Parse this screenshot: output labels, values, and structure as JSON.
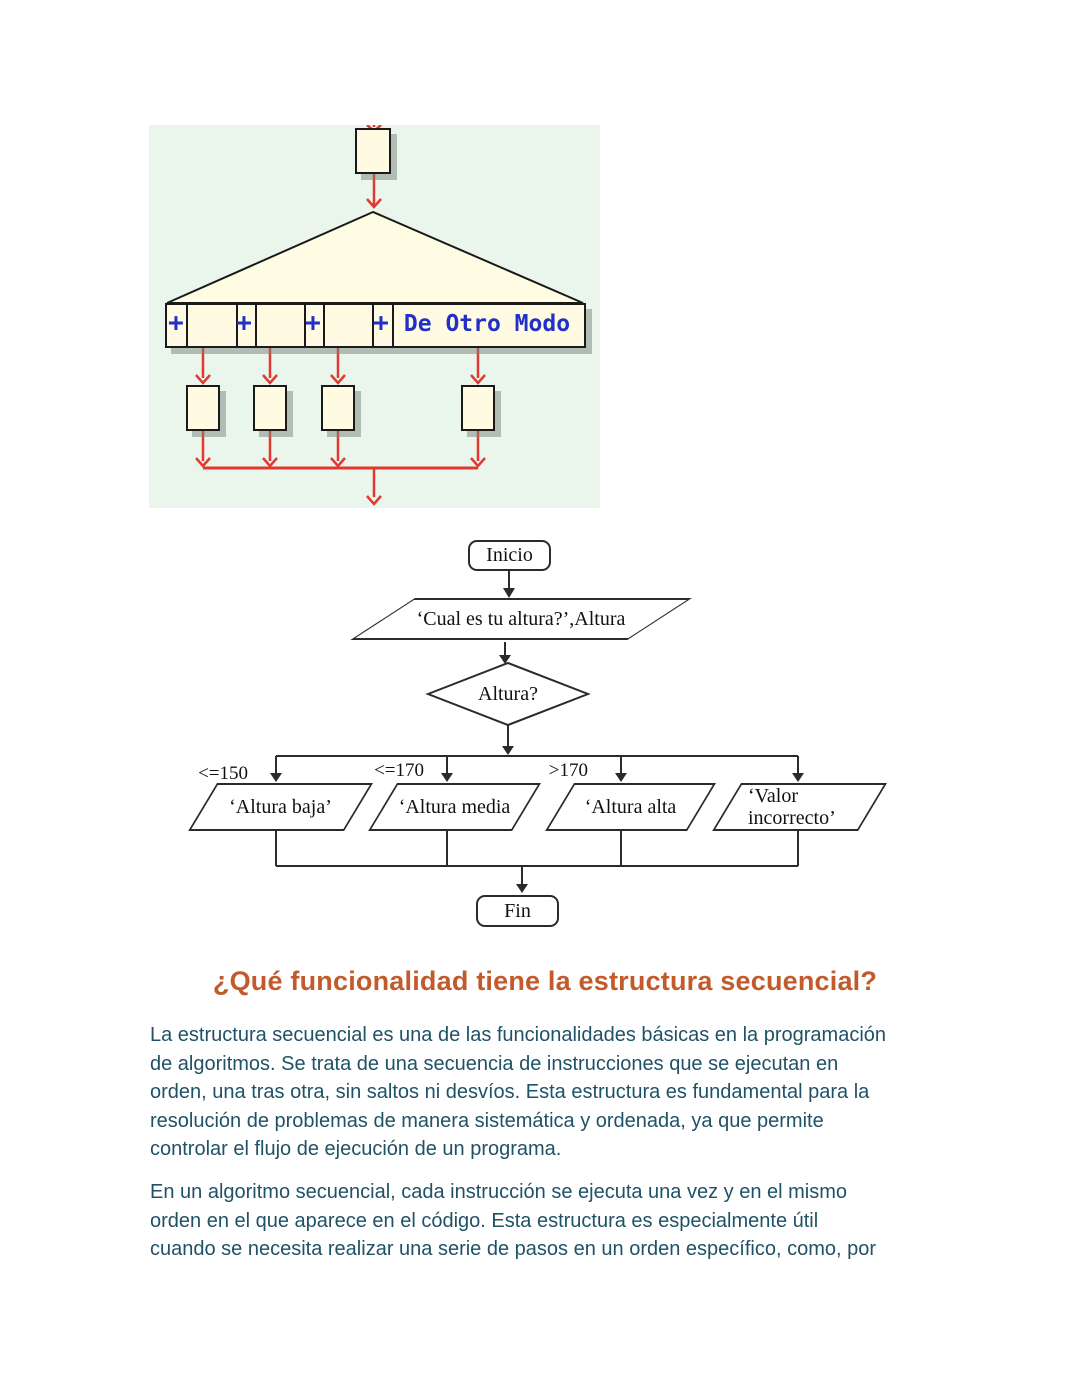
{
  "case_diagram": {
    "background": "#eaf5ec",
    "box_fill": "#fffbe2",
    "line_color": "#e03a30",
    "blue_color": "#2230c8",
    "plus_labels": [
      "+",
      "+",
      "+",
      "+"
    ],
    "otherwise_label": "De Otro Modo"
  },
  "flowchart": {
    "start_label": "Inicio",
    "input_label": "‘Cual es tu altura?’,Altura",
    "decision_label": "Altura?",
    "branches": [
      "<=150",
      "<=170",
      ">170"
    ],
    "outputs": [
      "‘Altura baja’",
      "‘Altura media",
      "‘Altura alta",
      "‘Valor\nincorrecto’"
    ],
    "end_label": "Fin"
  },
  "article": {
    "heading": "¿Qué funcionalidad tiene la estructura secuencial?",
    "heading_color": "#c25a2b",
    "body_color": "#1f5266",
    "paragraphs": [
      "La estructura secuencial es una de las funcionalidades básicas en la programación\nde algoritmos. Se trata de una secuencia de instrucciones que se ejecutan en\norden, una tras otra, sin saltos ni desvíos. Esta estructura es fundamental para la\nresolución de problemas de manera sistemática y ordenada, ya que permite\ncontrolar el flujo de ejecución de un programa.",
      "En un algoritmo secuencial, cada instrucción se ejecuta una vez y en el mismo\norden en el que aparece en el código. Esta estructura es especialmente útil\ncuando se necesita realizar una serie de pasos en un orden específico, como, por"
    ]
  }
}
